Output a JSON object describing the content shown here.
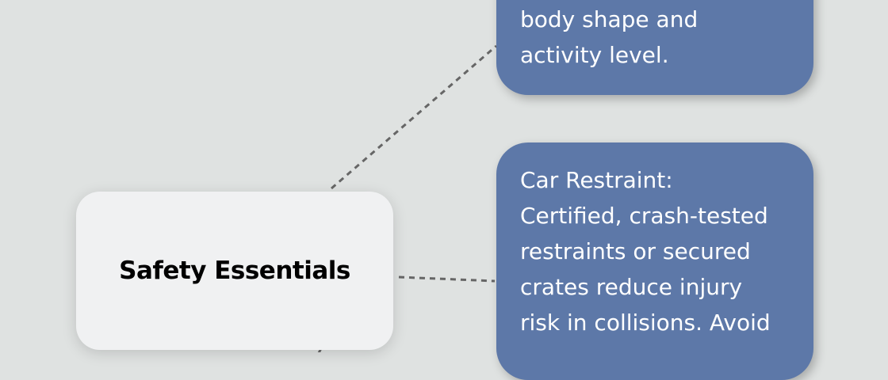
{
  "central_node": {
    "label": "Safety Essentials"
  },
  "nodes": [
    {
      "lines": [
        "body shape and",
        "activity level."
      ]
    },
    {
      "lines": [
        "Car Restraint:",
        "Certified, crash-tested",
        "restraints or secured",
        "crates reduce injury",
        "risk in collisions. Avoid"
      ]
    }
  ],
  "colors": {
    "background": "#dfe2e1",
    "central": "#f0f1f2",
    "branch": "#5d78a8",
    "connector": "#666666"
  }
}
